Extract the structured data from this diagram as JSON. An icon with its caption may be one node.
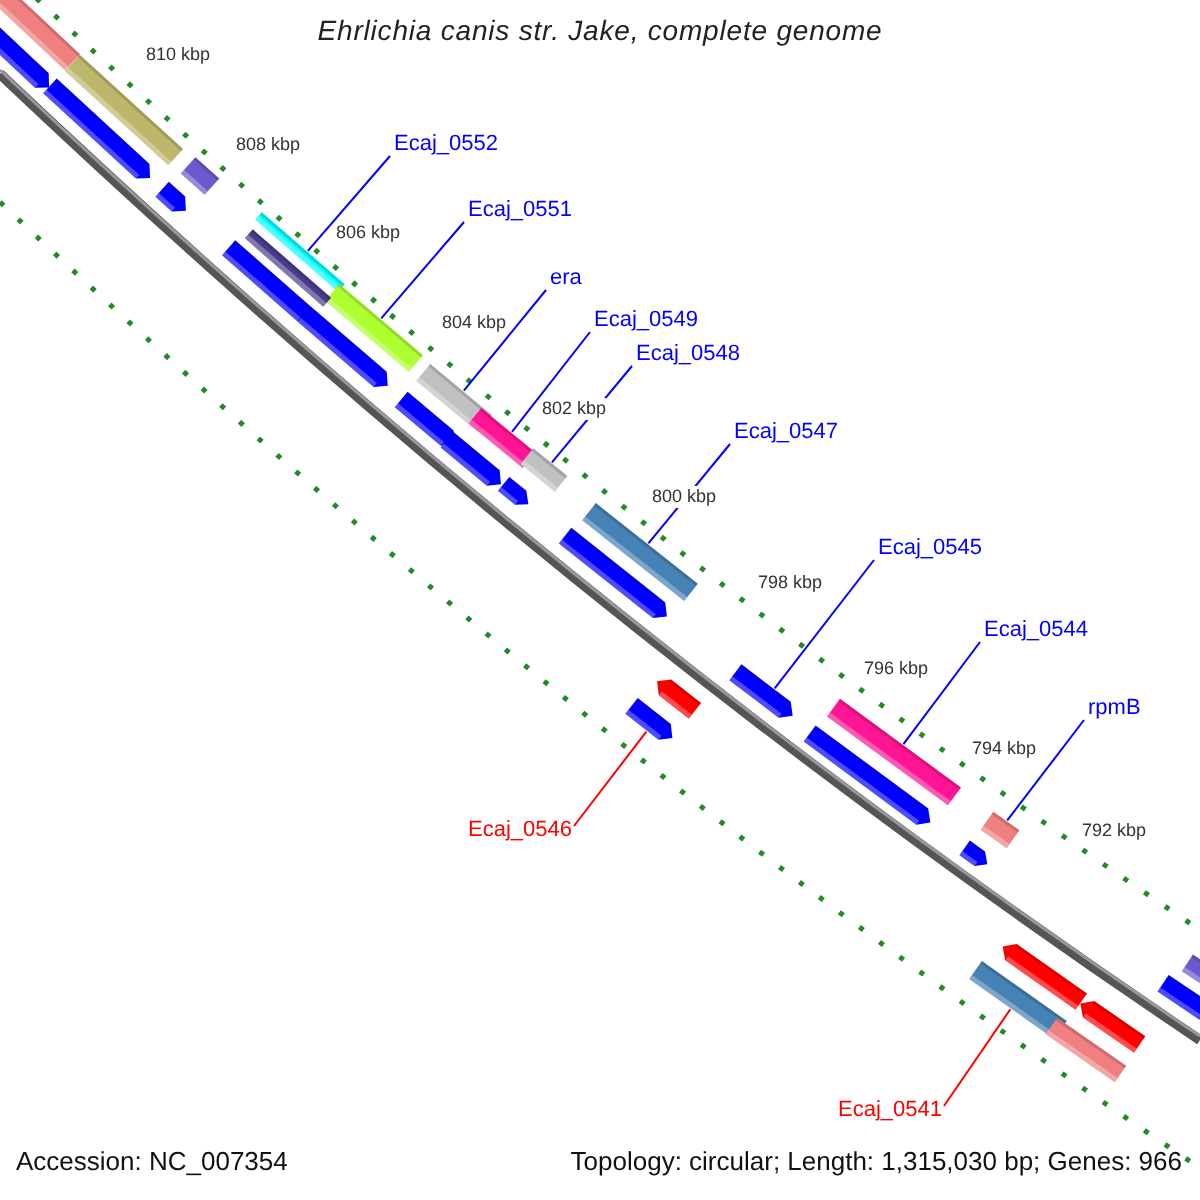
{
  "diagram": {
    "title": "Ehrlichia canis str. Jake, complete genome",
    "nodes": [
      {
        "text": [
          "Ecaj_0552"
        ]
      },
      {
        "text": [],
        "shape": "bar"
      },
      {
        "text": [
          "Ecaj_0551"
        ]
      },
      {
        "text": [],
        "shape": "bar"
      },
      {
        "text": [
          "era"
        ]
      },
      {
        "text": [],
        "shape": "bar"
      },
      {
        "text": [
          "Ecaj_0549"
        ]
      },
      {
        "text": [],
        "shape": "bar"
      },
      {
        "text": [
          "Ecaj_0548"
        ]
      },
      {
        "text": [],
        "shape": "bar"
      },
      {
        "text": [
          "Ecaj_0547"
        ]
      },
      {
        "text": [],
        "shape": "bar"
      },
      {
        "text": [
          "Ecaj_0545"
        ]
      },
      {
        "text": [],
        "shape": "bar"
      },
      {
        "text": [
          "Ecaj_0544"
        ]
      },
      {
        "text": [],
        "shape": "bar"
      },
      {
        "text": [
          "rpmB"
        ]
      },
      {
        "text": [],
        "shape": "bar"
      },
      {
        "text": [
          "Ecaj_0546"
        ]
      },
      {
        "text": [],
        "shape": "bar"
      },
      {
        "text": [
          "Ecaj_0541"
        ]
      },
      {
        "text": [],
        "shape": "bar"
      },
      {
        "text": [],
        "shape": "bar"
      },
      {
        "text": [],
        "shape": "bar"
      },
      {
        "text": [],
        "shape": "bar"
      },
      {
        "text": [],
        "shape": "bar"
      },
      {
        "text": [],
        "shape": "bar"
      },
      {
        "text": [],
        "shape": "bar"
      },
      {
        "text": [],
        "shape": "bar"
      },
      {
        "text": [],
        "shape": "bar"
      },
      {
        "text": [],
        "shape": "bar"
      },
      {
        "text": [],
        "shape": "bar"
      },
      {
        "text": [],
        "shape": "bar"
      },
      {
        "text": [],
        "shape": "bar"
      },
      {
        "text": [],
        "shape": "bar"
      },
      {
        "text": [],
        "shape": "bar"
      },
      {
        "text": [],
        "shape": "bar"
      },
      {
        "text": [],
        "shape": "bar"
      },
      {
        "text": [],
        "shape": "bar"
      },
      {
        "text": [],
        "shape": "bar"
      },
      {
        "text": [],
        "shape": "bar"
      },
      {
        "text": [],
        "shape": "bar"
      },
      {
        "text": [],
        "shape": "bar"
      }
    ],
    "edges": [
      {
        "from": 0,
        "to": 1,
        "arrow": "none"
      },
      {
        "from": 2,
        "to": 3,
        "arrow": "none"
      },
      {
        "from": 4,
        "to": 5,
        "arrow": "none"
      },
      {
        "from": 6,
        "to": 7,
        "arrow": "none"
      },
      {
        "from": 8,
        "to": 9,
        "arrow": "none"
      },
      {
        "from": 10,
        "to": 11,
        "arrow": "none"
      },
      {
        "from": 12,
        "to": 13,
        "arrow": "none"
      },
      {
        "from": 14,
        "to": 15,
        "arrow": "none"
      },
      {
        "from": 16,
        "to": 17,
        "arrow": "none"
      },
      {
        "from": 18,
        "to": 19,
        "arrow": "none",
        "color": "#ff0000"
      },
      {
        "from": 20,
        "to": 21,
        "arrow": "none",
        "color": "#ff0000"
      }
    ],
    "labels": [
      "810 kbp",
      "808 kbp",
      "806 kbp",
      "804 kbp",
      "802 kbp",
      "800 kbp",
      "798 kbp",
      "796 kbp",
      "794 kbp",
      "792 kbp",
      "Accession: NC_007354",
      "Topology: circular; Length: 1,315,030 bp; Genes: 966"
    ]
  }
}
